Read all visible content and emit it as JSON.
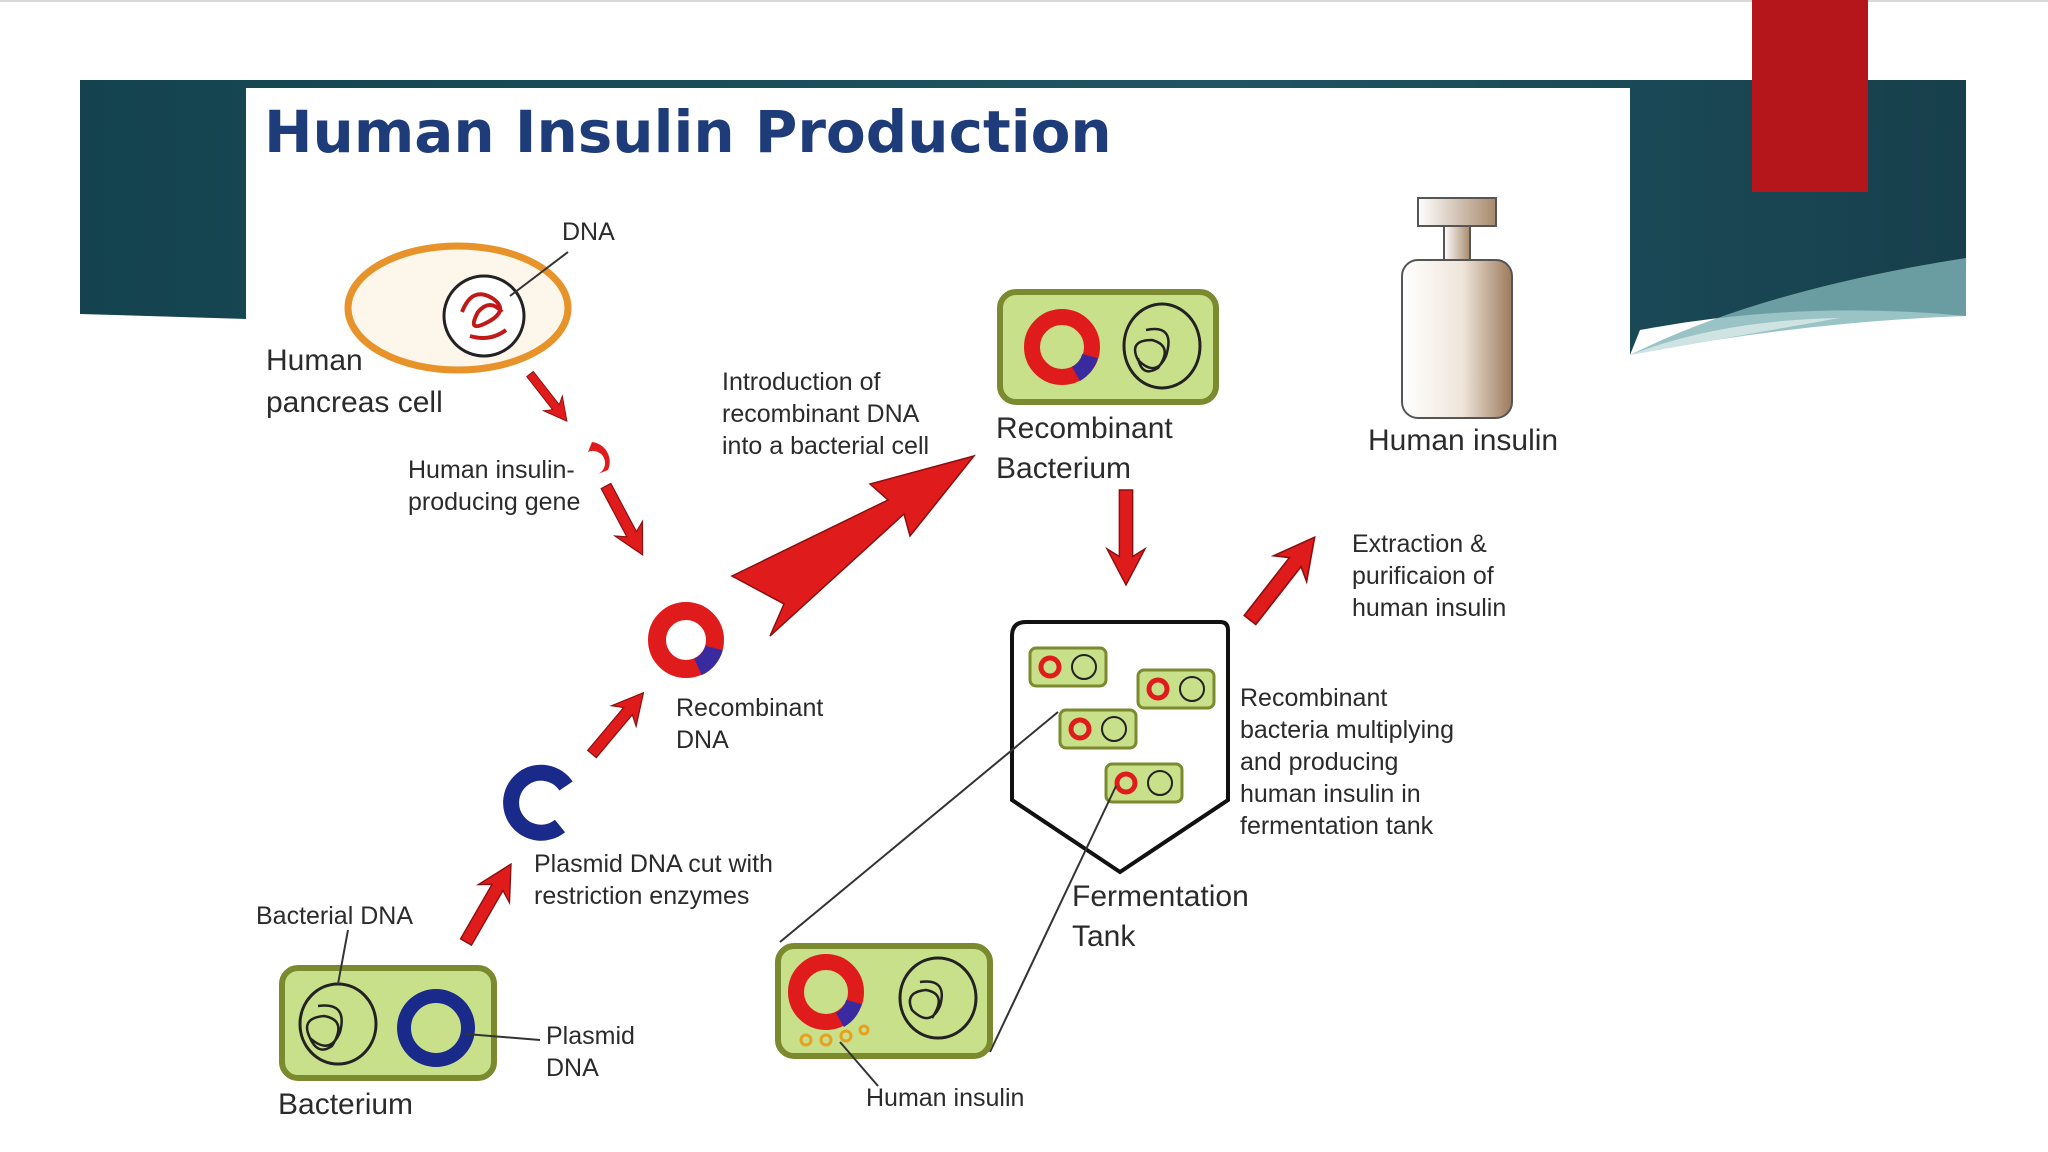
{
  "title": "Human Insulin Production",
  "labels": {
    "dna": "DNA",
    "pancreas_cell": [
      "Human",
      "pancreas cell"
    ],
    "insulin_gene": [
      "Human insulin-",
      "producing gene"
    ],
    "introduction": [
      "Introduction of",
      "recombinant DNA",
      "into a bacterial cell"
    ],
    "recombinant_bacterium": [
      "Recombinant",
      "Bacterium"
    ],
    "human_insulin_top": "Human insulin",
    "extraction": [
      "Extraction &",
      "purificaion of",
      "human insulin"
    ],
    "recombinant_dna": [
      "Recombinant",
      "DNA"
    ],
    "multiplying": [
      "Recombinant",
      "bacteria multiplying",
      "and producing",
      "human insulin in",
      "fermentation tank"
    ],
    "plasmid_cut": [
      "Plasmid DNA cut with",
      "restriction enzymes"
    ],
    "fermentation_tank": [
      "Fermentation",
      "Tank"
    ],
    "bacterial_dna": "Bacterial DNA",
    "plasmid_dna": [
      "Plasmid",
      "DNA"
    ],
    "bacterium": "Bacterium",
    "human_insulin_bottom": "Human insulin"
  },
  "colors": {
    "title": "#1f3c7a",
    "banner": "#1a4a56",
    "accent_red": "#b5161b",
    "arrow_red": "#e01b1b",
    "cell_green": "#c9e08a",
    "cell_border": "#7b8a2e",
    "plasmid_blue": "#1a2a8a",
    "pancreas_orange": "#e8922a"
  }
}
